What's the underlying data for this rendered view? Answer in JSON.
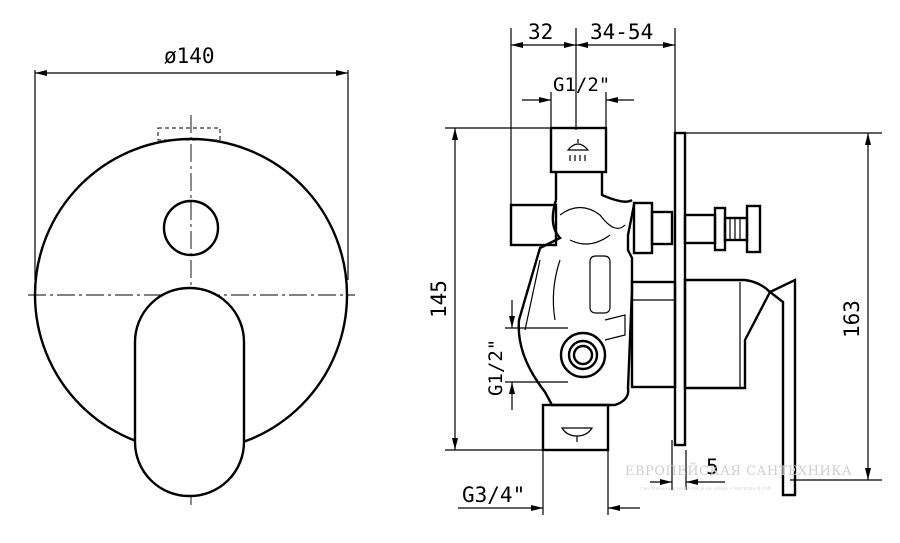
{
  "dimensions": {
    "diameter": "ø140",
    "left_offset": "32",
    "right_range": "34-54",
    "top_thread": "G1/2\"",
    "height_body": "145",
    "side_thread": "G1/2\"",
    "height_total": "163",
    "bottom_thread": "G3/4\"",
    "plate_gap": "5"
  },
  "watermark": {
    "title": "ЕВРОПЕЙСКАЯ САНТЕХНИКА",
    "subtitle": "сантехника в наличии и на заказ • магазин в спб"
  }
}
